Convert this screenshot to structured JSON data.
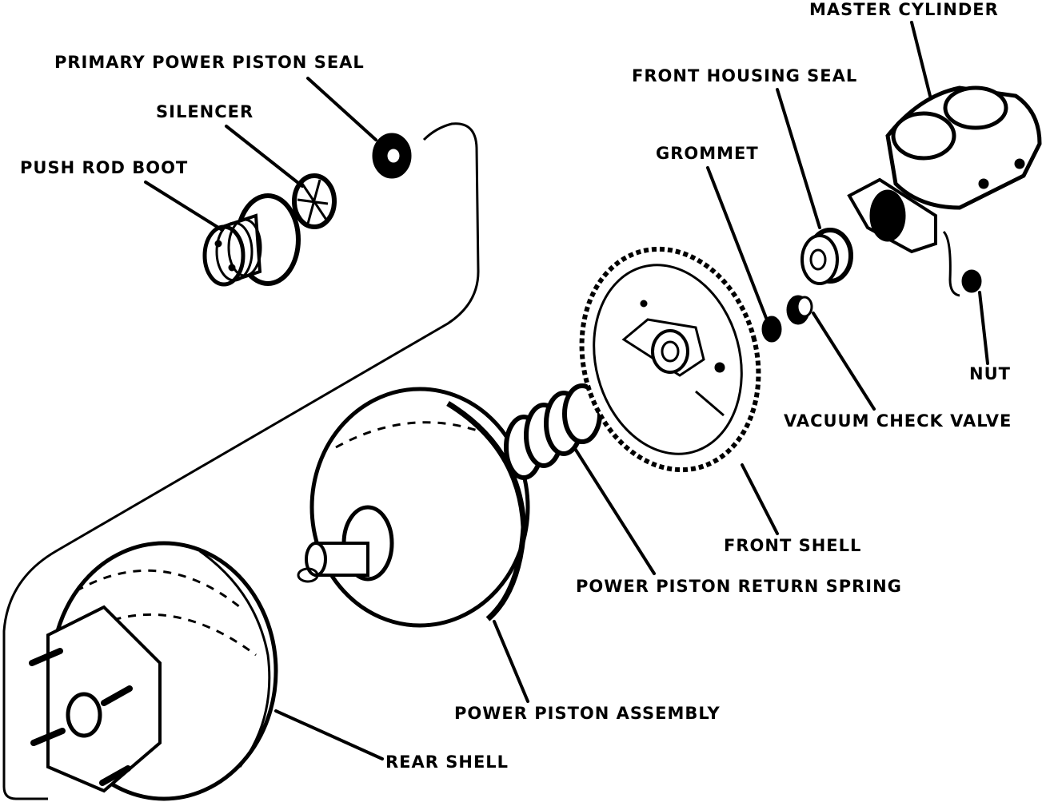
{
  "labels": {
    "master_cylinder": "MASTER CYLINDER",
    "primary_power_piston_seal": "PRIMARY POWER PISTON SEAL",
    "front_housing_seal": "FRONT HOUSING SEAL",
    "silencer": "SILENCER",
    "grommet": "GROMMET",
    "push_rod_boot": "PUSH ROD BOOT",
    "nut": "NUT",
    "vacuum_check_valve": "VACUUM CHECK VALVE",
    "front_shell": "FRONT SHELL",
    "power_piston_return_spring": "POWER PISTON RETURN SPRING",
    "power_piston_assembly": "POWER PISTON ASSEMBLY",
    "rear_shell": "REAR SHELL"
  }
}
